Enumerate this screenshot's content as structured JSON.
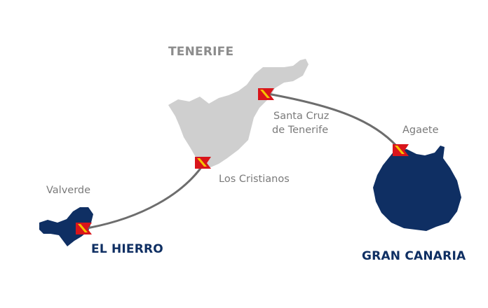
{
  "colors": {
    "tenerife": "#cfcfcf",
    "el_hierro": "#0f2f63",
    "gran_canaria": "#0f2f63",
    "route": "#6d6d6d",
    "flag_red": "#d9151b",
    "flag_yellow": "#f5c400"
  },
  "islands": {
    "tenerife": "TENERIFE",
    "el_hierro": "EL HIERRO",
    "gran_canaria": "GRAN CANARIA"
  },
  "ports": {
    "santa_cruz_line1": "Santa Cruz",
    "santa_cruz_line2": "de Tenerife",
    "los_cristianos": "Los Cristianos",
    "agaete": "Agaete",
    "valverde": "Valverde"
  },
  "icons": {
    "port_marker": "company-flag-icon"
  }
}
